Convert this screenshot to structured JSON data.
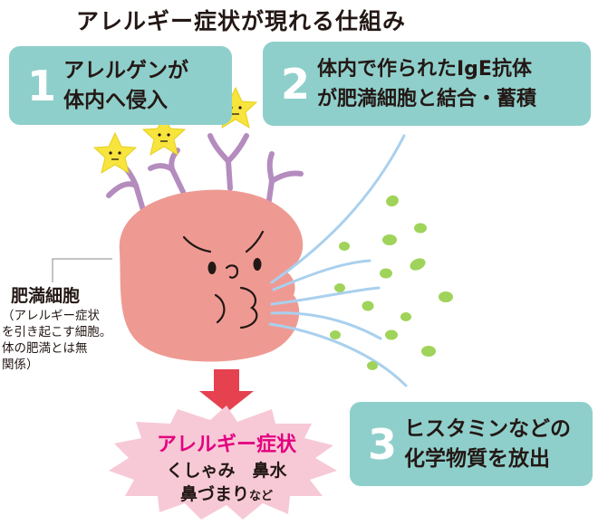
{
  "title": "アレルギー症状が現れる仕組み",
  "steps": [
    {
      "num": "1",
      "text": "アレルゲンが\n体内へ侵入"
    },
    {
      "num": "2",
      "text": "体内で作られたIgE抗体\nが肥満細胞と結合・蓄積"
    },
    {
      "num": "3",
      "text": "ヒスタミンなどの\n化学物質を放出"
    }
  ],
  "mast_cell_note": {
    "title": "肥満細胞",
    "description": "（アレルギー症状\nを引き起こす細胞。\n体の肥満とは無\n関係）"
  },
  "symptoms": {
    "title": "アレルギー症状",
    "line1": "くしゃみ　鼻水",
    "line2_main": "鼻づまり",
    "line2_suffix": "など"
  },
  "colors": {
    "box": "#8fcfcb",
    "cell": "#ee9a93",
    "antibody": "#b48cbe",
    "allergen": "#f7e43c",
    "particles": "#9fd35a",
    "arrow": "#e5414f",
    "burst": "#f7c9d6",
    "symptom_title": "#e4007f"
  }
}
